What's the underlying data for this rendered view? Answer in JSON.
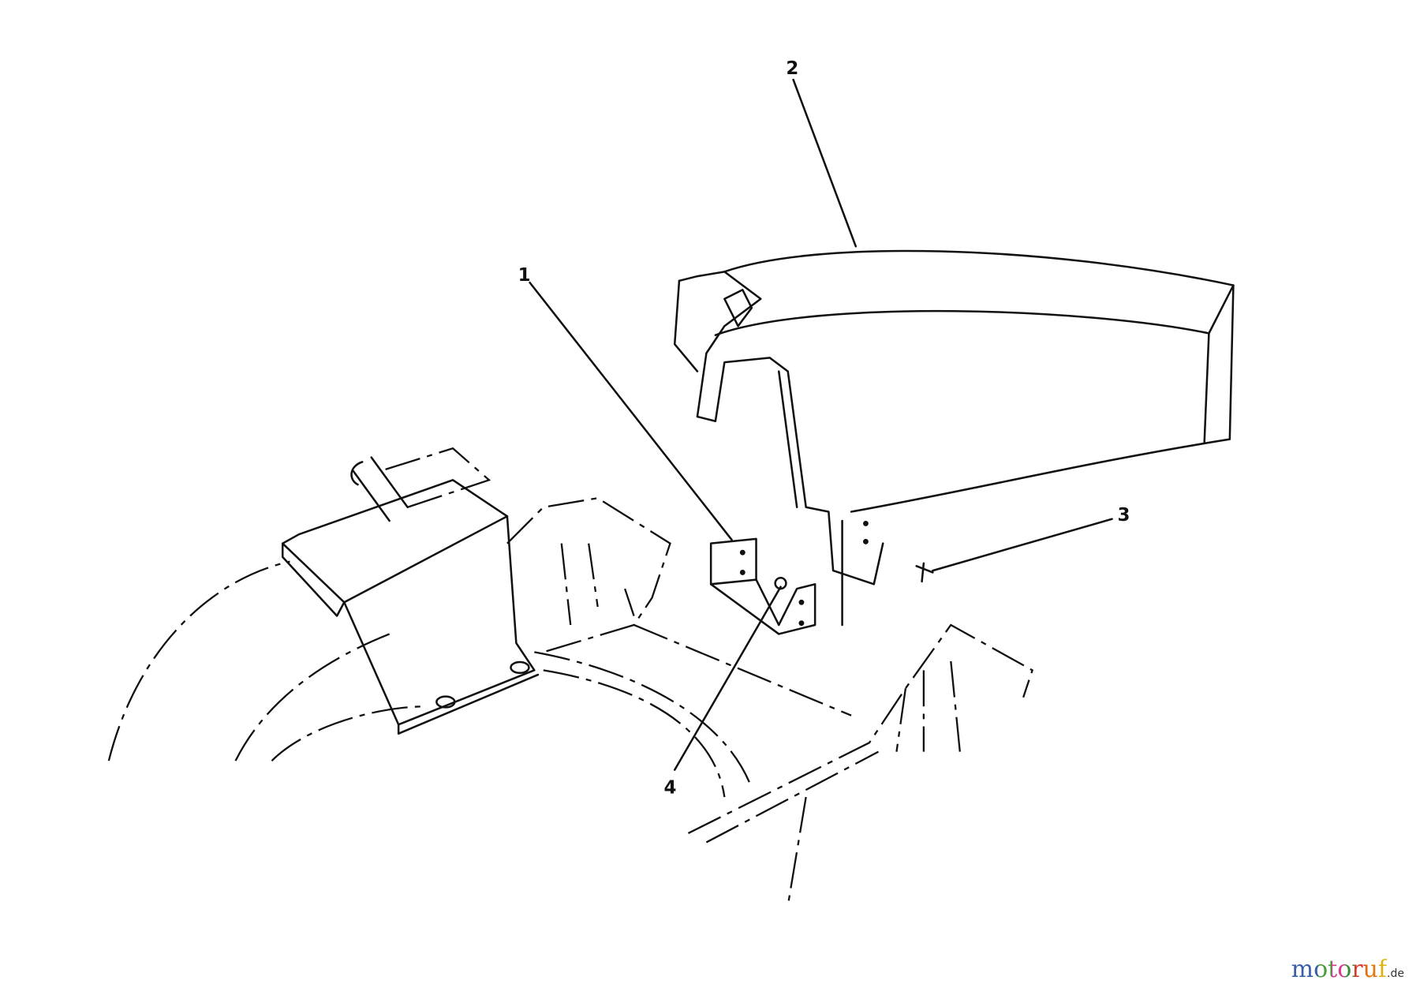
{
  "callouts": [
    {
      "number": "1"
    },
    {
      "number": "2"
    },
    {
      "number": "3"
    },
    {
      "number": "4"
    }
  ],
  "watermark": {
    "text": "motoruf",
    "suffix": ".de",
    "colors": [
      "#3a5fa8",
      "#3a5fa8",
      "#4a9a3a",
      "#d23b8a",
      "#d83a2a",
      "#e07a10",
      "#e0b010"
    ]
  }
}
